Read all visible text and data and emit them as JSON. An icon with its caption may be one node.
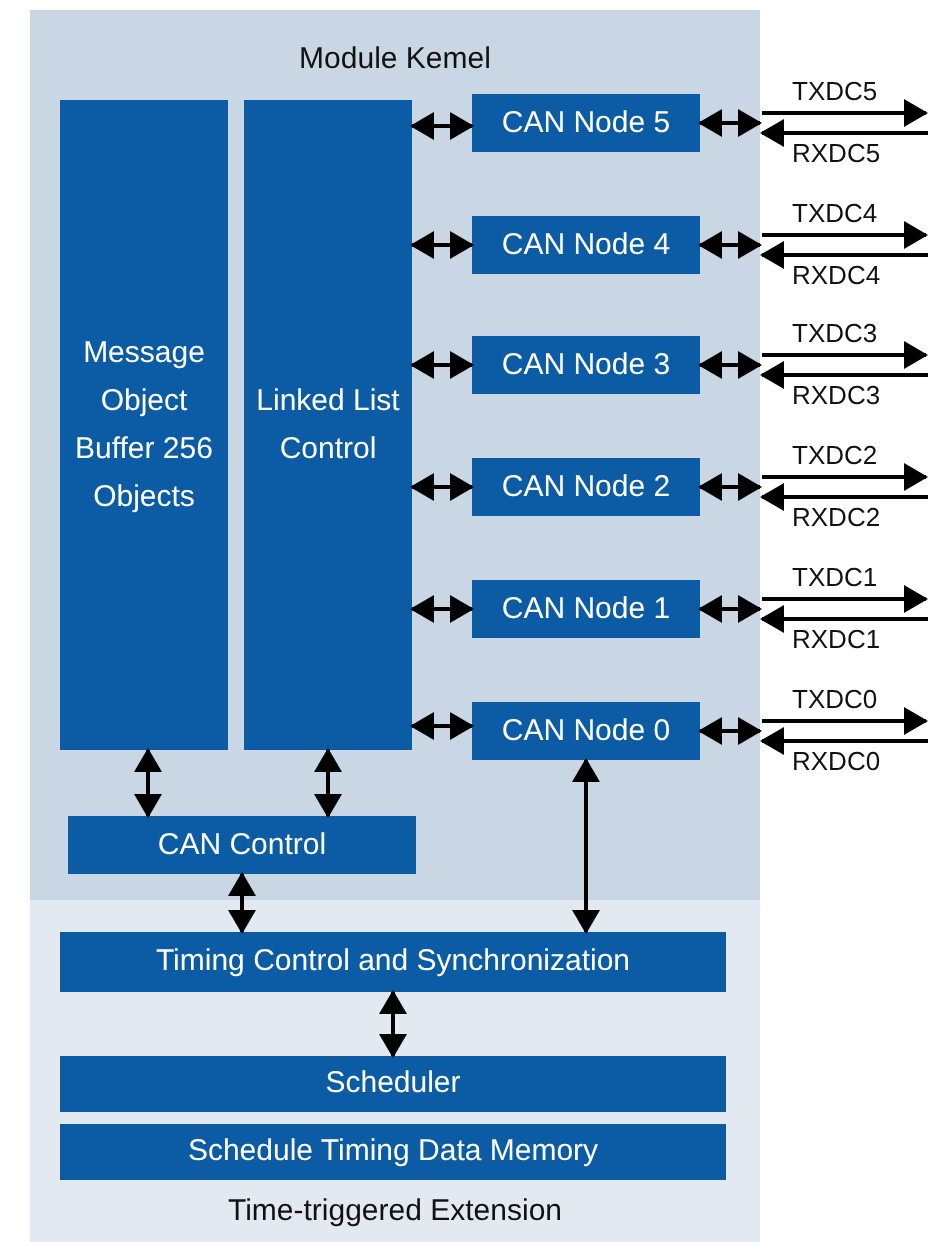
{
  "diagram": {
    "nodes": [
      {
        "text": [
          "Module Kemel"
        ]
      },
      {
        "text": [
          "Message Object Buffer 256 Objects"
        ],
        "in": 0
      },
      {
        "text": [
          "Linked List Control"
        ],
        "in": 0
      },
      {
        "text": [
          "CAN Node 5"
        ],
        "in": 0
      },
      {
        "text": [
          "CAN Node 4"
        ],
        "in": 0
      },
      {
        "text": [
          "CAN Node 3"
        ],
        "in": 0
      },
      {
        "text": [
          "CAN Node 2"
        ],
        "in": 0
      },
      {
        "text": [
          "CAN Node 1"
        ],
        "in": 0
      },
      {
        "text": [
          "CAN Node 0"
        ],
        "in": 0
      },
      {
        "text": [
          "CAN Control"
        ],
        "in": 0
      },
      {
        "text": [
          "Time-triggered Extension"
        ]
      },
      {
        "text": [
          "Timing Control and Synchronization"
        ],
        "in": 10
      },
      {
        "text": [
          "Scheduler"
        ],
        "in": 10
      },
      {
        "text": [
          "Schedule Timing Data Memory"
        ],
        "in": 10
      }
    ],
    "edges": [
      {
        "from": 2,
        "to": 3,
        "arrow": "both"
      },
      {
        "from": 2,
        "to": 4,
        "arrow": "both"
      },
      {
        "from": 2,
        "to": 5,
        "arrow": "both"
      },
      {
        "from": 2,
        "to": 6,
        "arrow": "both"
      },
      {
        "from": 2,
        "to": 7,
        "arrow": "both"
      },
      {
        "from": 2,
        "to": 8,
        "arrow": "both"
      },
      {
        "from": 3,
        "to": null,
        "arrow": "both"
      },
      {
        "from": 4,
        "to": null,
        "arrow": "both"
      },
      {
        "from": 5,
        "to": null,
        "arrow": "both"
      },
      {
        "from": 6,
        "to": null,
        "arrow": "both"
      },
      {
        "from": 7,
        "to": null,
        "arrow": "both"
      },
      {
        "from": 8,
        "to": null,
        "arrow": "both"
      },
      {
        "from": 1,
        "to": 9,
        "arrow": "both"
      },
      {
        "from": 2,
        "to": 9,
        "arrow": "both"
      },
      {
        "from": 9,
        "to": 11,
        "arrow": "both"
      },
      {
        "from": 8,
        "to": 11,
        "arrow": "both"
      },
      {
        "from": 11,
        "to": 12,
        "arrow": "both"
      },
      {
        "from": 0,
        "to": null,
        "arrow": "to",
        "label": "TXDC5"
      },
      {
        "from": null,
        "to": 0,
        "arrow": "to",
        "label": "RXDC5"
      },
      {
        "from": 0,
        "to": null,
        "arrow": "to",
        "label": "TXDC4"
      },
      {
        "from": null,
        "to": 0,
        "arrow": "to",
        "label": "RXDC4"
      },
      {
        "from": 0,
        "to": null,
        "arrow": "to",
        "label": "TXDC3"
      },
      {
        "from": null,
        "to": 0,
        "arrow": "to",
        "label": "RXDC3"
      },
      {
        "from": 0,
        "to": null,
        "arrow": "to",
        "label": "TXDC2"
      },
      {
        "from": null,
        "to": 0,
        "arrow": "to",
        "label": "RXDC2"
      },
      {
        "from": 0,
        "to": null,
        "arrow": "to",
        "label": "TXDC1"
      },
      {
        "from": null,
        "to": 0,
        "arrow": "to",
        "label": "RXDC1"
      },
      {
        "from": 0,
        "to": null,
        "arrow": "to",
        "label": "TXDC0"
      },
      {
        "from": null,
        "to": 0,
        "arrow": "to",
        "label": "RXDC0"
      }
    ]
  }
}
